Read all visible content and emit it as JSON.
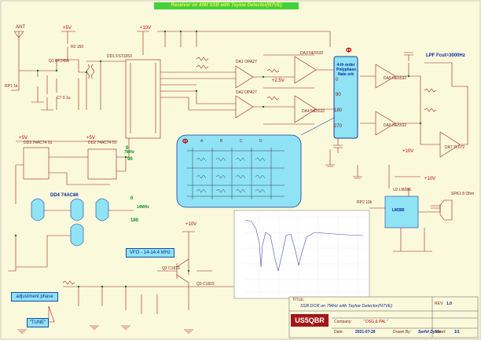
{
  "title_banner": "Receiver on 40M SSB with Tayloe Detector(N7VE)",
  "ant": "ANT",
  "phi_symbol": "Φ",
  "phi_columns": [
    "A",
    "B",
    "C",
    "D"
  ],
  "polyphase_label": "4-th order Polyphase Nate ork",
  "polyphase_ports": [
    "0",
    "90",
    "180",
    "270"
  ],
  "lpf_label": "LPF Fcut=3000Hz",
  "dd4_label": "DD4 74AC86",
  "vfo_label": "VFO - 14-14.4 MHz",
  "adjustment_phase": "adjustment phase",
  "tune_label": "\"TUNE\"",
  "freq_7mhz": "7MHz",
  "freq_14mhz": "14MHz",
  "phase_0": "0",
  "phase_90": "90",
  "phase_180": "180",
  "supplies": [
    "+10V",
    "+5V",
    "+5V",
    "+5V",
    "+10V",
    "+10V",
    "+10V",
    "+2.5V"
  ],
  "components": {
    "q1": "Q1 BF245A",
    "r2": "R2 150",
    "c7": "C7 0.1u",
    "dd1": "DD1 FST3253",
    "dd2": "DD2 74AC74 01",
    "dd3": "DD3 74AC74 01",
    "da1": "DA1 OPA27",
    "da2": "DA2 OPA27",
    "da3": "DA3 NE5532",
    "da4": "DA4 NE5532",
    "da5": "DA5 NE5532",
    "da6": "DA6 NE5532",
    "da7": "DA7 TL072",
    "u2": "U2 LM386",
    "lm386": "LM386",
    "spk1": "SPK1 8 Ohm",
    "q2": "Q2 C1815",
    "q3": "Q3 C1815",
    "rp1": "RP1 1k",
    "rp2": "RP2 10k"
  },
  "title_block": {
    "title_label": "TITLE:",
    "title_line1": "SSB DCR on 7MHz with Tayloe Detector(N7VE)",
    "logo": "US5QBR",
    "company_label": "Company:",
    "company": "\" DSG & PAL \"",
    "rev_label": "REV:",
    "rev": "1.0",
    "date_label": "Date:",
    "date": "2021-07-26",
    "drawn_label": "Drawn By:",
    "drawn": "Serhii Dyida",
    "sheet_label": "Sheet:",
    "sheet": "1/1"
  },
  "colors": {
    "wire": "#a01818",
    "junction": "#0a7a0a",
    "blue": "#1a3aa0",
    "cyan": "#8fe3f5",
    "banner": "#43d13a"
  }
}
